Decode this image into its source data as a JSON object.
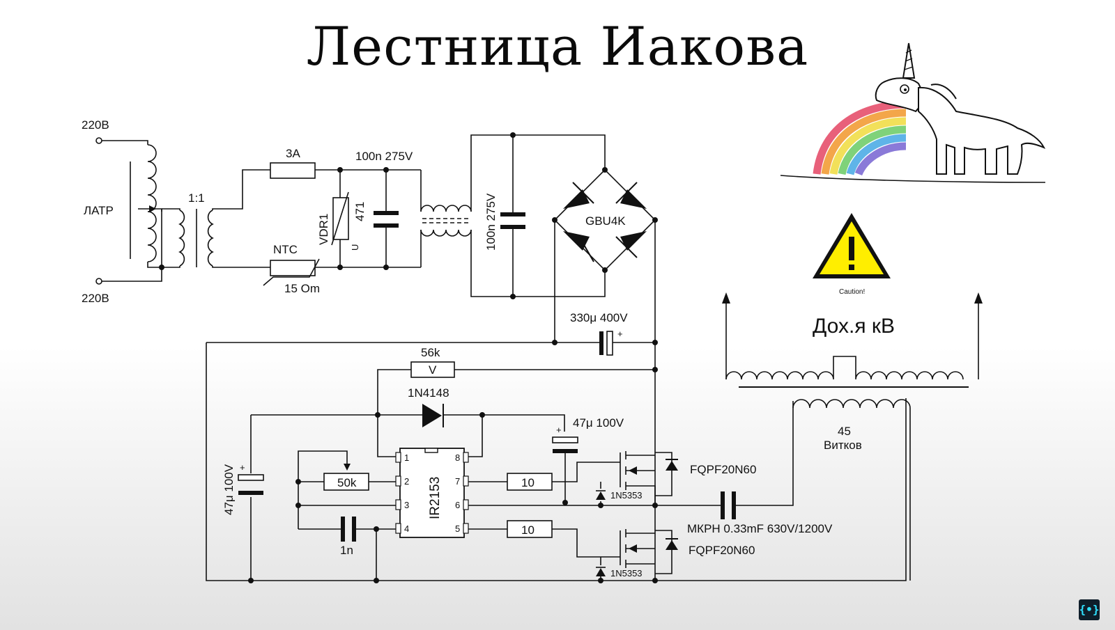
{
  "title": "Лестница Иакова",
  "labels": {
    "in_top": "220В",
    "in_bottom": "220В",
    "autotransformer": "ЛАТР",
    "ratio": "1:1",
    "fuse": "3А",
    "cap_x1": "100n 275V",
    "ntc": "NTC",
    "ntc_value": "15 Om",
    "varistor": "VDR1",
    "varistor_code": "471",
    "varistor_u": "U",
    "cap_x2": "100n 275V",
    "bridge": "GBU4K",
    "bulk_cap": "330μ 400V",
    "r56k": "56k",
    "r56k_mark": "V",
    "diode": "1N4148",
    "boot_cap": "47μ 100V",
    "vcc_cap": "47μ 100V",
    "trim": "50k",
    "ic": "IR2153",
    "r_ho": "10",
    "r_lo": "10",
    "ct": "1n",
    "mosfet_top": "FQPF20N60",
    "mosfet_bottom": "FQPF20N60",
    "zener_top": "1N5353",
    "zener_bottom": "1N5353",
    "resonant_cap": "МКРН 0.33mF 630V/1200V",
    "turns": "45",
    "turns_unit": "Витков",
    "caution": "Caution!",
    "hv": "Дох.я кВ",
    "plus": "+",
    "pins": [
      "1",
      "2",
      "3",
      "4",
      "5",
      "6",
      "7",
      "8"
    ]
  },
  "rainbow_colors": [
    "#e8607a",
    "#f3a64a",
    "#f2e05a",
    "#7fd27a",
    "#5fb4e8",
    "#8a7ad8"
  ],
  "warning_color": "#ffee00",
  "logo_text": "{•}"
}
